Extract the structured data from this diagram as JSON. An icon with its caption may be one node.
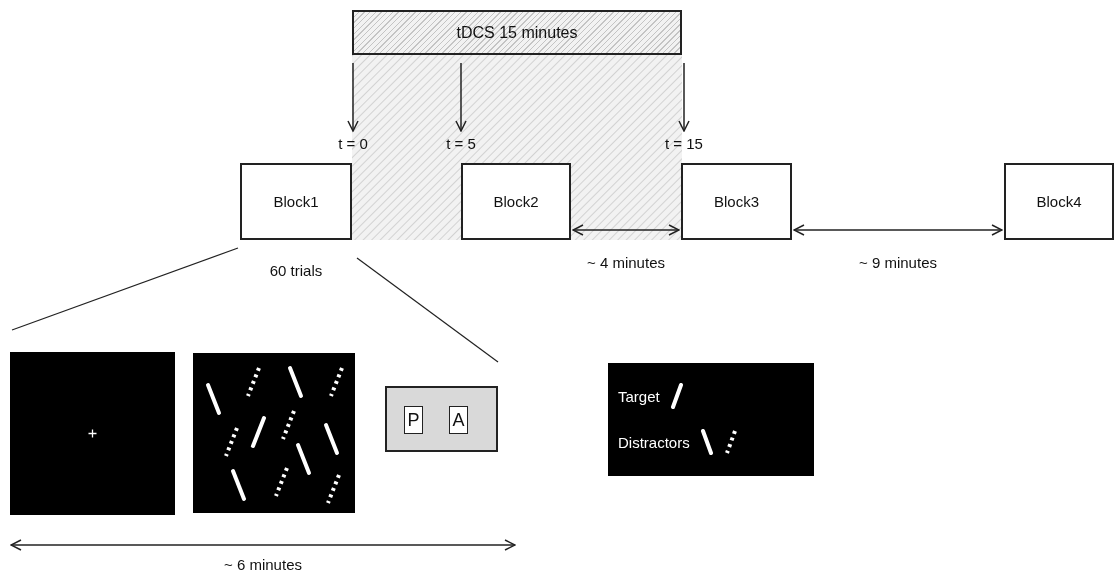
{
  "diagram": {
    "nodes": [
      {
        "text": [
          "tDCS 15 minutes"
        ]
      },
      {
        "text": [
          "t = 0"
        ]
      },
      {
        "text": [
          "t = 5"
        ]
      },
      {
        "text": [
          "t = 15"
        ]
      },
      {
        "text": [
          "Block1"
        ],
        "beside": [
          "60 trials"
        ]
      },
      {
        "text": [
          "Block2"
        ]
      },
      {
        "text": [
          "Block3"
        ]
      },
      {
        "text": [
          "Block4"
        ]
      },
      {
        "text": [],
        "shape": "picture"
      },
      {
        "text": [],
        "shape": "picture"
      },
      {
        "text": [],
        "shape": "box"
      },
      {
        "text": [
          "P"
        ],
        "in": 10
      },
      {
        "text": [
          "A"
        ],
        "in": 10
      }
    ],
    "edges": [
      {
        "from": 0,
        "to": 1,
        "arrow": "to"
      },
      {
        "from": 0,
        "to": 2,
        "arrow": "to"
      },
      {
        "from": 0,
        "to": 3,
        "arrow": "to"
      },
      {
        "from": 5,
        "to": 6,
        "arrow": "both",
        "label": "~ 4 minutes"
      },
      {
        "from": 6,
        "to": 7,
        "arrow": "both",
        "label": "~ 9 minutes"
      }
    ],
    "labels": [
      "~ 6 minutes"
    ],
    "legend": [
      {
        "text": "Target"
      },
      {
        "text": "Distractors"
      }
    ]
  }
}
